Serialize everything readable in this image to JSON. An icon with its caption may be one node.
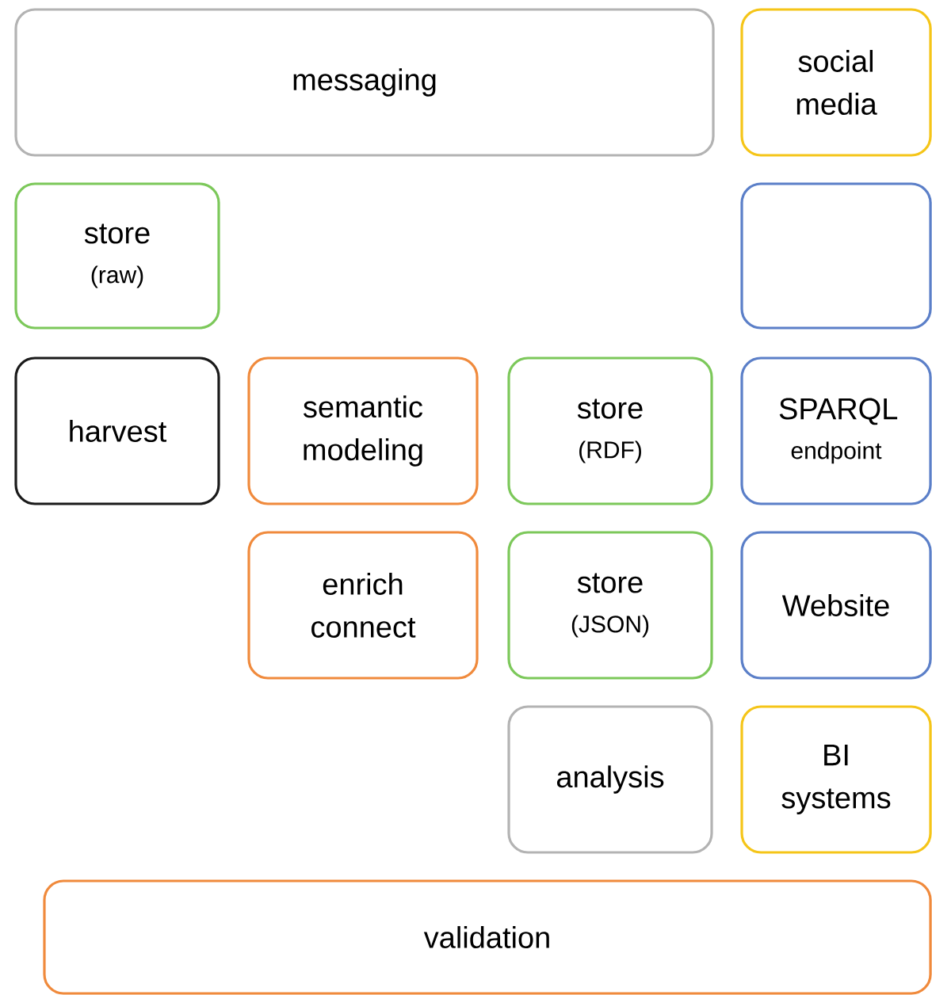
{
  "diagram": {
    "nodes": [
      {
        "text": [
          "messaging"
        ]
      },
      {
        "text": [
          "social media"
        ]
      },
      {
        "text": [
          "store",
          "(raw)"
        ]
      },
      {
        "text": [],
        "shape": "box"
      },
      {
        "text": [
          "harvest"
        ]
      },
      {
        "text": [
          "semantic modeling"
        ]
      },
      {
        "text": [
          "store",
          "(RDF)"
        ]
      },
      {
        "text": [
          "SPARQL",
          "endpoint"
        ]
      },
      {
        "text": [
          "enrich connect"
        ]
      },
      {
        "text": [
          "store",
          "(JSON)"
        ]
      },
      {
        "text": [
          "Website"
        ]
      },
      {
        "text": [
          "analysis"
        ]
      },
      {
        "text": [
          "BI systems"
        ]
      },
      {
        "text": [
          "validation"
        ]
      }
    ]
  }
}
